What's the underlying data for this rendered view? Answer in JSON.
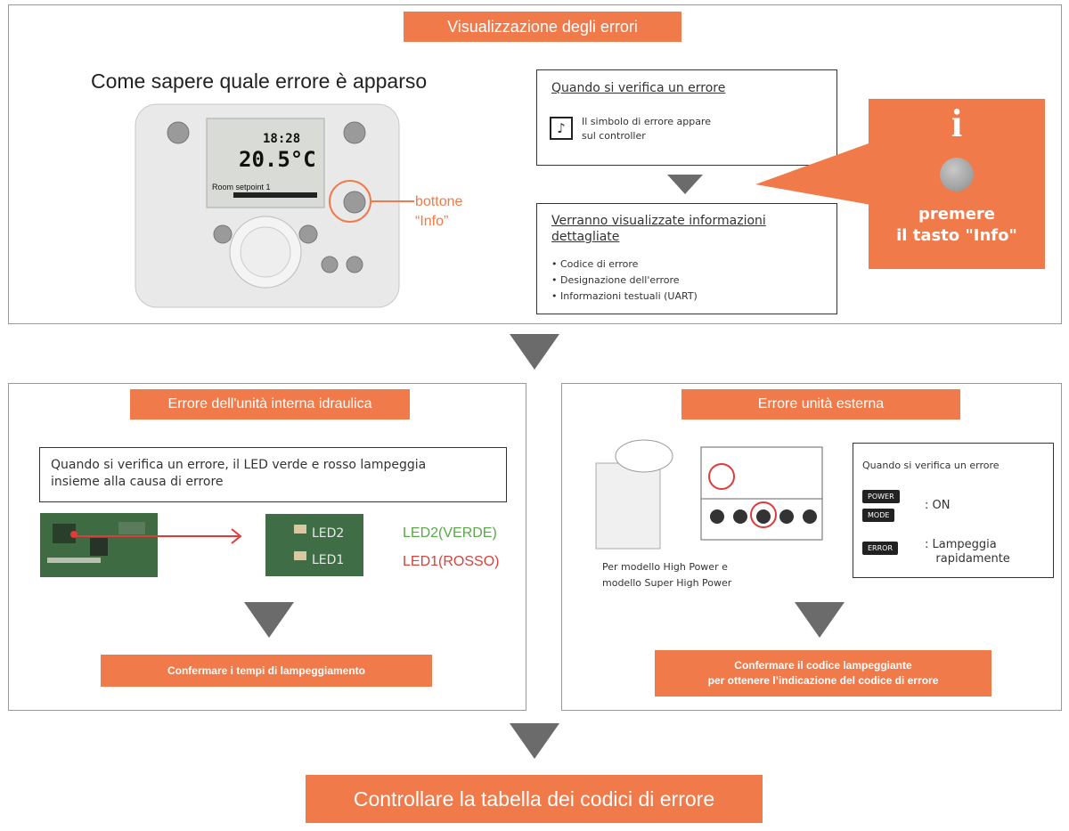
{
  "top": {
    "tab": "Visualizzazione degli errori",
    "heading": "Come sapere quale errore è apparso",
    "lcd": {
      "time": "18:28",
      "temp": "20.5°C",
      "line": "Room setpoint 1"
    },
    "bottone_label": "bottone\n“Info”",
    "box1": {
      "title": "Quando si verifica un errore",
      "text": "Il simbolo di errore appare\nsul controller"
    },
    "box2": {
      "title": "Verranno visualizzate informazioni dettagliate",
      "items": [
        "• Codice di errore",
        "• Designazione dell'errore",
        "• Informazioni testuali (UART)"
      ]
    },
    "callout": {
      "icon": "i",
      "text": "premere\nil tasto \"Info\""
    }
  },
  "left": {
    "tab": "Errore dell'unità interna idraulica",
    "note": "Quando si verifica un errore, il LED verde e rosso lampeggia\ninsieme alla causa di errore",
    "led2_label": "LED2(VERDE)",
    "led1_label": "LED1(ROSSO)",
    "action": "Confermare i tempi di lampeggiamento"
  },
  "right": {
    "tab": "Errore unità esterna",
    "caption": "Per modello High Power e\nmodello Super High Power",
    "legend": {
      "title": "Quando si verifica un errore",
      "power": "POWER",
      "mode": "MODE",
      "on": ": ON",
      "error": "ERROR",
      "blink": ": Lampeggia\n   rapidamente"
    },
    "action": "Confermare il codice lampeggiante\nper ottenere l’indicazione del codice di errore"
  },
  "final": "Controllare la tabella dei codici di errore",
  "colors": {
    "accent": "#f07a4a",
    "green": "#5aa84a",
    "red": "#d2433c"
  }
}
